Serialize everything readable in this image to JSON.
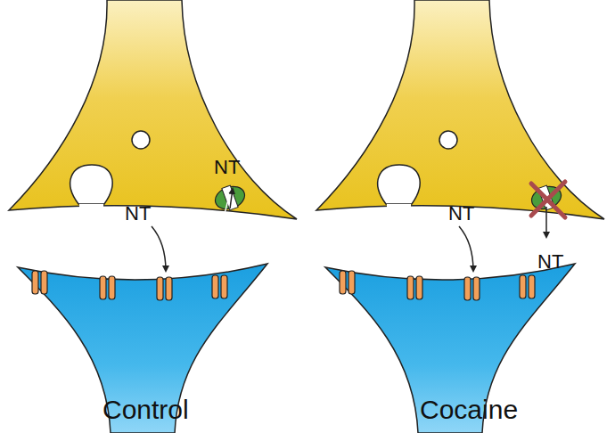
{
  "diagram": {
    "labels": [
      "NT",
      "NT",
      "NT",
      "NT",
      "Control",
      "Cocaine"
    ]
  }
}
